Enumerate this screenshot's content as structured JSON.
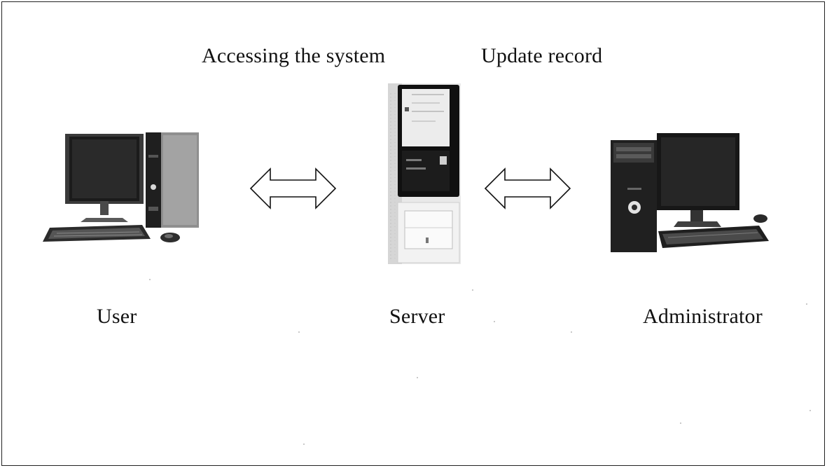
{
  "diagram": {
    "flow_labels": {
      "left": "Accessing the system",
      "right": "Update record"
    },
    "nodes": [
      {
        "id": "user",
        "label": "User",
        "icon": "desktop-computer-icon"
      },
      {
        "id": "server",
        "label": "Server",
        "icon": "server-tower-icon"
      },
      {
        "id": "admin",
        "label": "Administrator",
        "icon": "desktop-computer-icon"
      }
    ],
    "connectors": [
      {
        "from": "user",
        "to": "server",
        "style": "double-headed-outline-arrow"
      },
      {
        "from": "server",
        "to": "admin",
        "style": "double-headed-outline-arrow"
      }
    ]
  }
}
